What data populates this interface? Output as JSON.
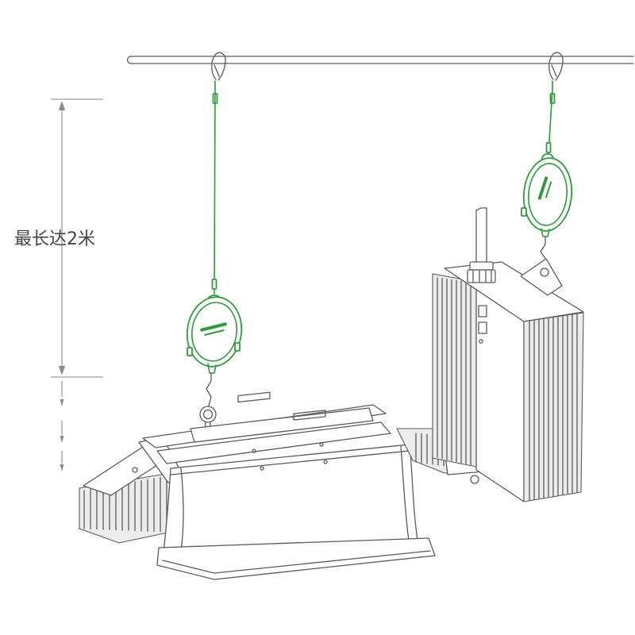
{
  "dimension": {
    "label": "最长达2米"
  },
  "colors": {
    "background": "#ffffff",
    "line": "#5a5a5a",
    "hanger": "#2e9b3c",
    "label": "#444444"
  },
  "icons": {
    "rail": "hanging-rail",
    "hook": "carabiner-hook-icon",
    "hanger": "yoyo-hanger-icon",
    "lamp": "grow-light-reflector",
    "ballast": "ballast-box"
  }
}
